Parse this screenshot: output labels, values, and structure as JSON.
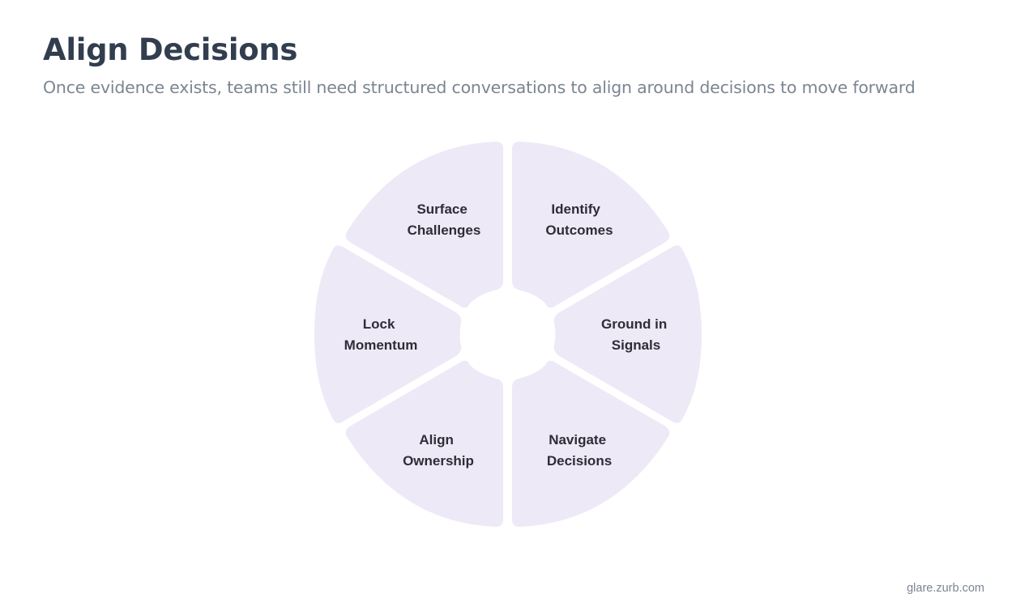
{
  "header": {
    "title": "Align Decisions",
    "subtitle": "Once evidence exists, teams still need structured conversations to align around decisions to move forward"
  },
  "wheel": {
    "segment_color": "#ede9f7",
    "segments": [
      {
        "id": "surface-challenges",
        "lines": [
          "Surface",
          "Challenges"
        ]
      },
      {
        "id": "identify-outcomes",
        "lines": [
          "Identify",
          "Outcomes"
        ]
      },
      {
        "id": "ground-in-signals",
        "lines": [
          "Ground in",
          "Signals"
        ]
      },
      {
        "id": "navigate-decisions",
        "lines": [
          "Navigate",
          "Decisions"
        ]
      },
      {
        "id": "align-ownership",
        "lines": [
          "Align",
          "Ownership"
        ]
      },
      {
        "id": "lock-momentum",
        "lines": [
          "Lock",
          "Momentum"
        ]
      }
    ]
  },
  "footer": {
    "credit": "glare.zurb.com"
  }
}
